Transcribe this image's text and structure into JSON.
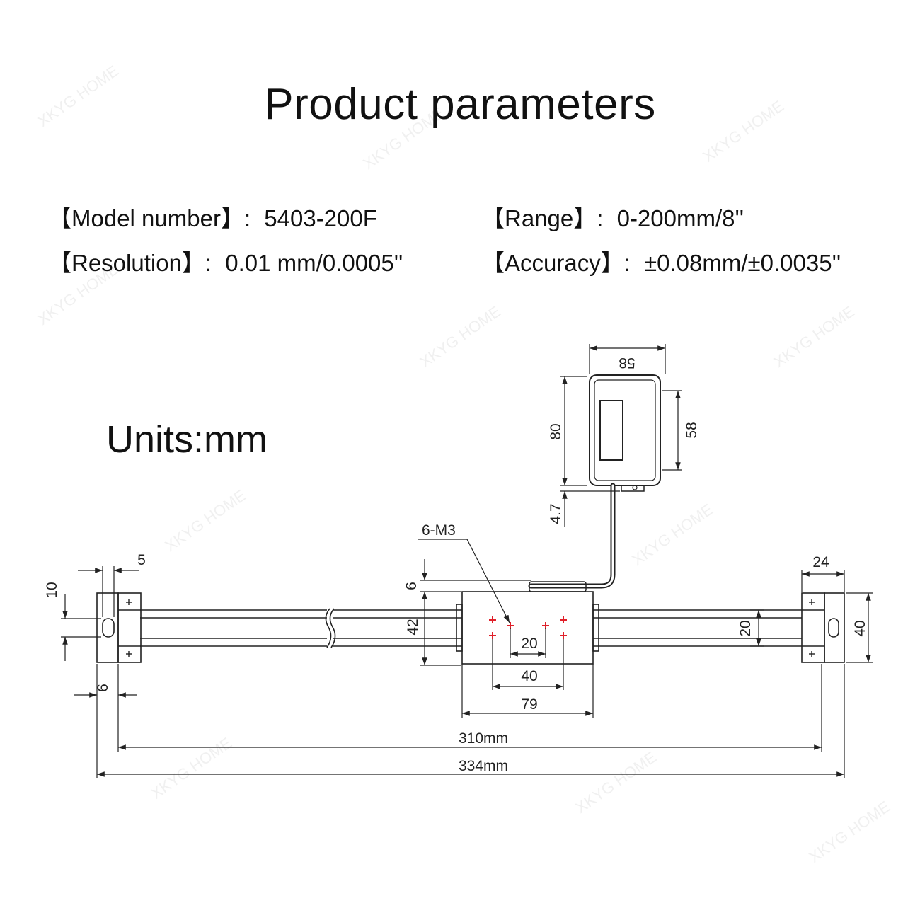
{
  "header": {
    "title": "Product parameters"
  },
  "specs": {
    "model_label": "【Model number】:",
    "model_value": "5403-200F",
    "range_label": "【Range】:",
    "range_value": "0-200mm/8''",
    "resolution_label": "【Resolution】:",
    "resolution_value": "0.01 mm/0.0005''",
    "accuracy_label": "【Accuracy】:",
    "accuracy_value": "±0.08mm/±0.0035''"
  },
  "units_label": "Units:mm",
  "watermark": "XKYG HOME",
  "dimensions": {
    "display_width": "58",
    "display_height": "80",
    "display_screen_height": "58",
    "display_offset": "4.7",
    "thread_holes": "6-M3",
    "slider_top_gap": "6",
    "slider_height": "42",
    "hole_spacing_small": "20",
    "hole_spacing_large": "40",
    "slider_length": "79",
    "end_block_width": "24",
    "end_block_height": "40",
    "rail_height": "20",
    "left_slot_width": "5",
    "left_slot_height": "10",
    "left_offset": "6",
    "mount_length": "310mm",
    "total_length": "334mm"
  }
}
